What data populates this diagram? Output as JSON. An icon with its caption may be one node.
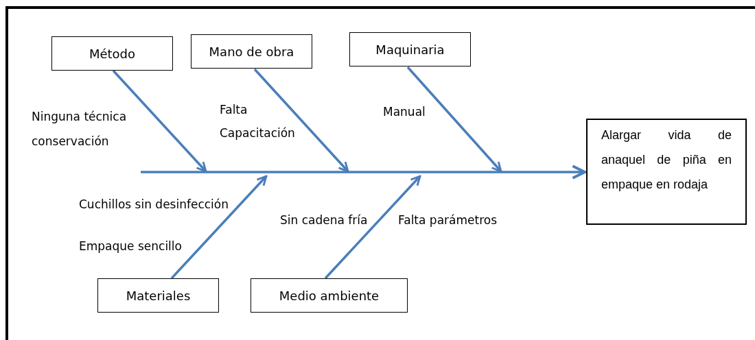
{
  "diagram": {
    "nodes": [
      {
        "text": [
          "Método"
        ]
      },
      {
        "text": [
          "Mano de obra"
        ]
      },
      {
        "text": [
          "Maquinaria"
        ]
      },
      {
        "text": [
          "Materiales"
        ]
      },
      {
        "text": [
          "Medio ambiente"
        ]
      },
      {
        "text": [
          "Alargar vida de anaquel de piña en empaque en rodaja"
        ]
      }
    ],
    "edges": [
      {
        "from": null,
        "to": 5,
        "arrow": "to"
      },
      {
        "from": 0,
        "to": null,
        "arrow": "to"
      },
      {
        "from": 1,
        "to": null,
        "arrow": "to"
      },
      {
        "from": 2,
        "to": null,
        "arrow": "to"
      },
      {
        "from": 3,
        "to": null,
        "arrow": "to"
      },
      {
        "from": 4,
        "to": null,
        "arrow": "to"
      }
    ],
    "labels": [
      "Ninguna técnica conservación",
      "Falta Capacitación",
      "Manual",
      "Cuchillos sin desinfección",
      "Empaque sencillo",
      "Sin cadena fría",
      "Falta parámetros"
    ]
  }
}
